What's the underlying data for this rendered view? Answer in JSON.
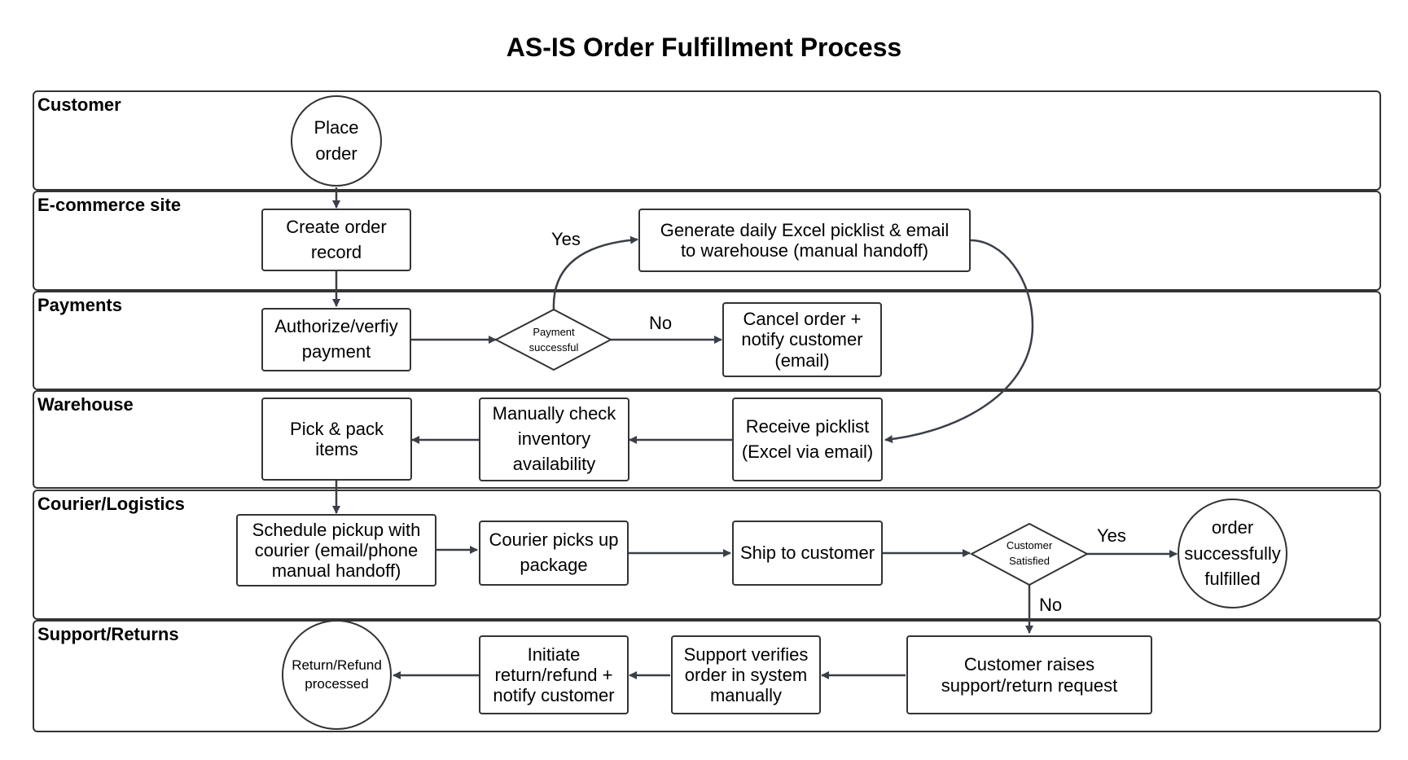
{
  "title": "AS-IS Order Fulfillment Process",
  "lanes": [
    "Customer",
    "E-commerce site",
    "Payments",
    "Warehouse",
    "Courier/Logistics",
    "Support/Returns"
  ],
  "nodes": {
    "place_order": "Place order",
    "create_order": "Create order record",
    "generate_picklist": "Generate daily Excel picklist & email to warehouse (manual handoff)",
    "authorize_payment": "Authorize/verfiy payment",
    "payment_decision": "Payment successful",
    "cancel_order": "Cancel order + notify customer (email)",
    "pick_pack": "Pick & pack items",
    "check_inventory": "Manually check inventory availability",
    "receive_picklist": "Receive picklist (Excel via email)",
    "schedule_pickup": "Schedule pickup with courier (email/phone manual handoff)",
    "courier_picks": "Courier picks up package",
    "ship": "Ship to customer",
    "satisfied_decision": "Customer Satisfied",
    "fulfilled": "order successfully fulfilled",
    "raise_request": "Customer raises support/return request",
    "support_verifies": "Support verifies order in system manually",
    "initiate_return": "Initiate return/refund + notify customer",
    "return_processed": "Return/Refund processed"
  },
  "edge_labels": {
    "payment_yes": "Yes",
    "payment_no": "No",
    "satisfied_yes": "Yes",
    "satisfied_no": "No"
  },
  "colors": {
    "stroke": "#333333",
    "arrow": "#3a3f47",
    "background": "#ffffff"
  }
}
